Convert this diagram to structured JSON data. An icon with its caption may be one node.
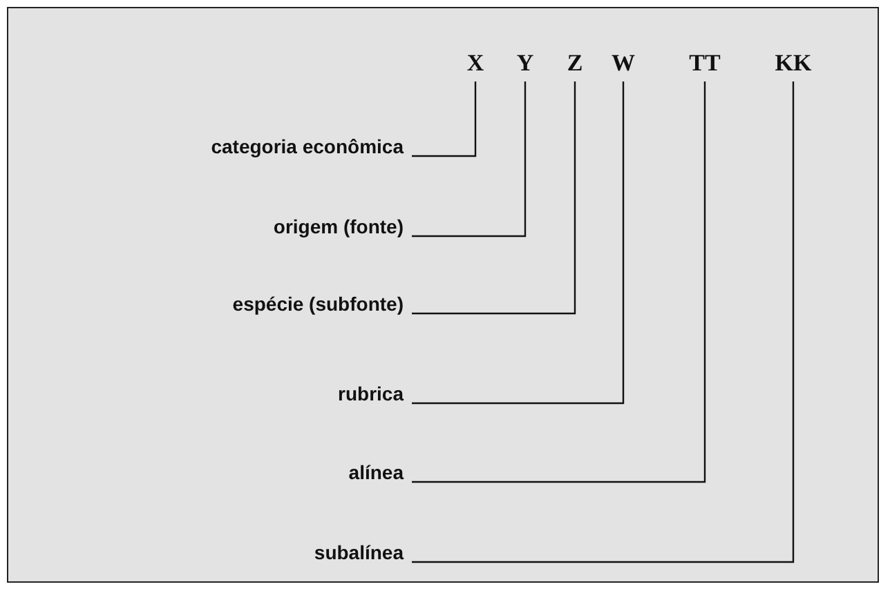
{
  "diagram": {
    "nodes": [
      {
        "text": [
          "X"
        ]
      },
      {
        "text": [
          "Y"
        ]
      },
      {
        "text": [
          "Z"
        ]
      },
      {
        "text": [
          "W"
        ]
      },
      {
        "text": [
          "TT"
        ]
      },
      {
        "text": [
          "KK"
        ]
      },
      {
        "text": [
          "categoria econômica"
        ]
      },
      {
        "text": [
          "origem (fonte)"
        ]
      },
      {
        "text": [
          "espécie (subfonte)"
        ]
      },
      {
        "text": [
          "rubrica"
        ]
      },
      {
        "text": [
          "alínea"
        ]
      },
      {
        "text": [
          "subalínea"
        ]
      }
    ],
    "edges": [
      {
        "from": 6,
        "to": 0,
        "arrow": "none"
      },
      {
        "from": 7,
        "to": 1,
        "arrow": "none"
      },
      {
        "from": 8,
        "to": 2,
        "arrow": "none"
      },
      {
        "from": 9,
        "to": 3,
        "arrow": "none"
      },
      {
        "from": 10,
        "to": 4,
        "arrow": "none"
      },
      {
        "from": 11,
        "to": 5,
        "arrow": "none"
      }
    ]
  }
}
